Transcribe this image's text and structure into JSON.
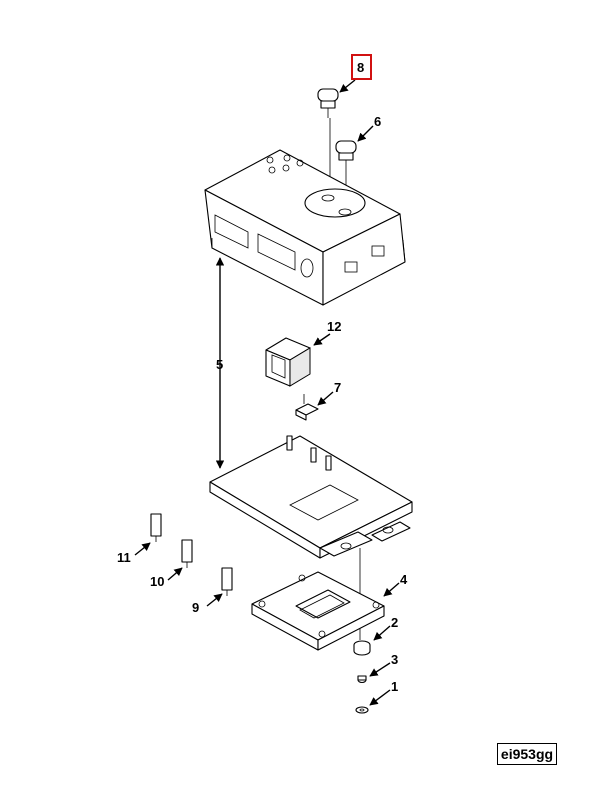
{
  "callouts": {
    "c1": "1",
    "c2": "2",
    "c3": "3",
    "c4": "4",
    "c5": "5",
    "c6": "6",
    "c7": "7",
    "c8": "8",
    "c9": "9",
    "c10": "10",
    "c11": "11",
    "c12": "12"
  },
  "highlighted_callout": "8",
  "figure_id": "ei953gg",
  "colors": {
    "highlight": "#d11111",
    "line": "#000000"
  }
}
